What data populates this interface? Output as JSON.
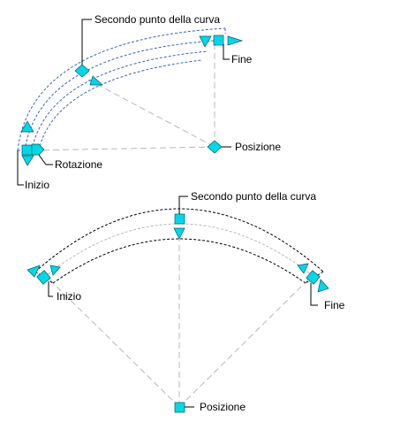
{
  "colors": {
    "grip_fill": "#00d8e8",
    "grip_stroke": "#005a66",
    "curve_blue": "#4060c0",
    "curve_black": "#000000",
    "construction": "#b8b8b8",
    "leader": "#000000"
  },
  "top_diagram": {
    "labels": {
      "second_point": "Secondo punto della curva",
      "end": "Fine",
      "position": "Posizione",
      "rotation": "Rotazione",
      "start": "Inizio"
    }
  },
  "bottom_diagram": {
    "labels": {
      "second_point": "Secondo punto della curva",
      "start": "Inizio",
      "end": "Fine",
      "position": "Posizione"
    }
  }
}
